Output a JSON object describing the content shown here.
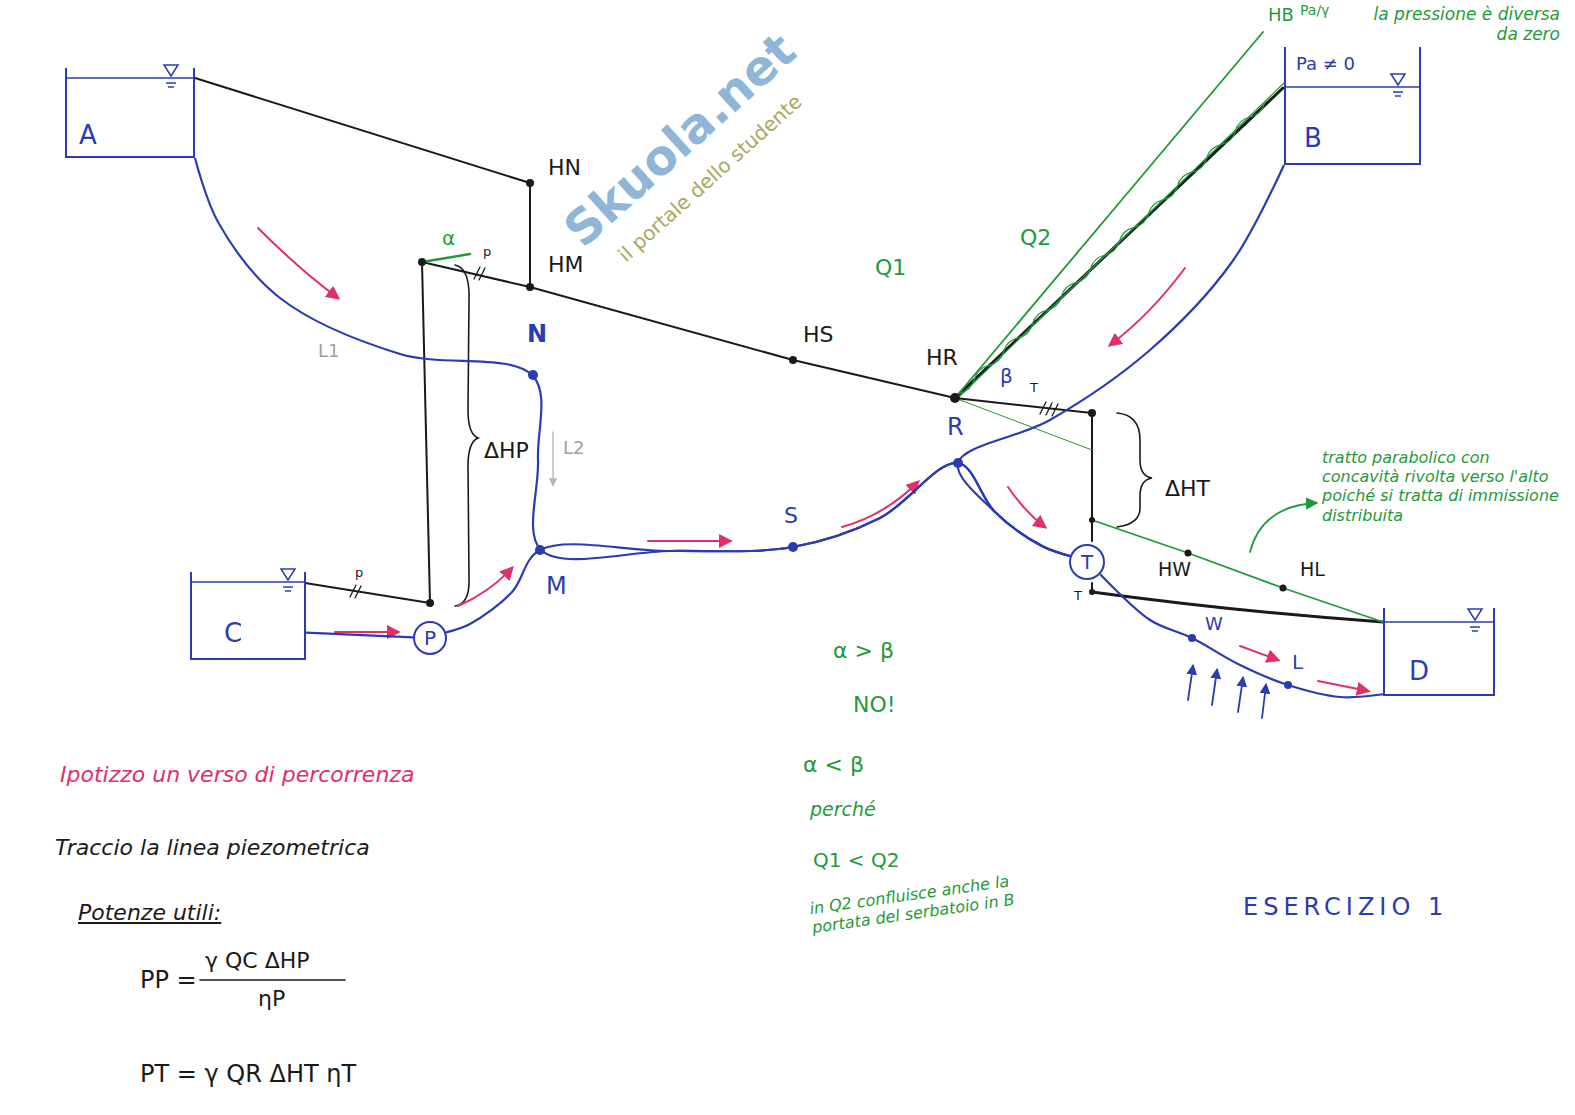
{
  "diagram": {
    "title": "ESERCIZIO 1",
    "nodes": [
      {
        "text": [
          "A"
        ]
      },
      {
        "text": [
          "Pa ≠ 0",
          "B"
        ]
      },
      {
        "text": [
          "C"
        ]
      },
      {
        "text": [
          "P"
        ]
      },
      {
        "text": [
          "T"
        ]
      },
      {
        "text": [
          "D"
        ]
      }
    ],
    "edges": [
      {
        "from": 2,
        "to": 3,
        "arrow": "none"
      },
      {
        "from": 3,
        "to": 4,
        "arrow": "none"
      },
      {
        "from": 0,
        "to": 4,
        "arrow": "none"
      },
      {
        "from": 1,
        "to": 4,
        "arrow": "none"
      },
      {
        "from": 4,
        "to": 5,
        "arrow": "none"
      }
    ],
    "labels": [
      "HN",
      "HM",
      "HS",
      "HR",
      "HW",
      "HL",
      "N",
      "M",
      "S",
      "R",
      "W",
      "L",
      "α",
      "p",
      "β",
      "T",
      "T",
      "p",
      "ΔHP",
      "ΔHT",
      "L1",
      "L2",
      "Q1",
      "Q2",
      "HB",
      "Pa/γ",
      "la pressione è diversa da zero",
      "tratto parabolico con concavità rivolta verso l'alto poiché si tratta di immissione distribuita",
      "α > β",
      "NO!",
      "α < β",
      "perché",
      "Q1 < Q2",
      "in Q2 confluisce anche la portata del serbatoio in B",
      "Ipotizzo un verso di percorrenza",
      "Traccio la linea piezometrica",
      "Potenze utili:",
      "PP =",
      "γ QC ΔHP",
      "ηP",
      "PT = γ QR ΔHT ηT",
      "Skuola.net",
      "il portale dello studente"
    ]
  }
}
